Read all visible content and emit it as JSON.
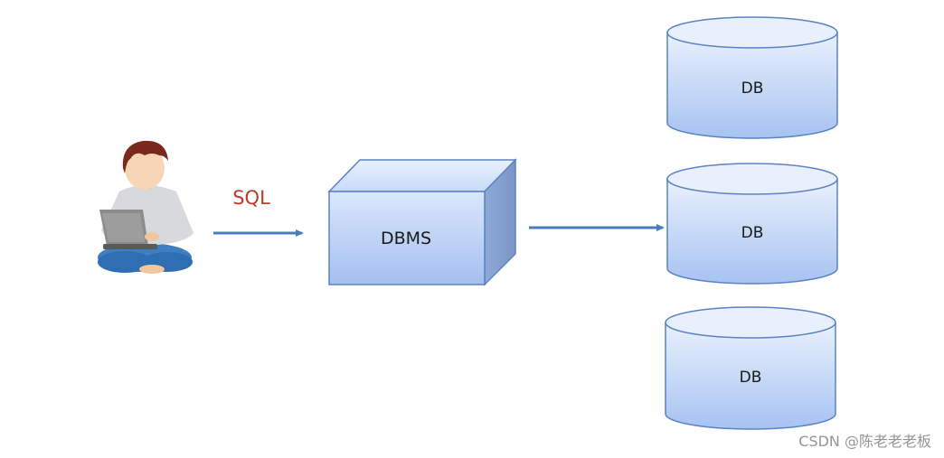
{
  "diagram": {
    "arrow_label": "SQL",
    "dbms_label": "DBMS",
    "databases": [
      {
        "label": "DB"
      },
      {
        "label": "DB"
      },
      {
        "label": "DB"
      }
    ]
  },
  "watermark": "CSDN @陈老老老板",
  "colors": {
    "arrow": "#4a7ebb",
    "sql_text": "#c0392b",
    "box_face": "#a9c6f3",
    "box_edge": "#5b82c6",
    "db_fill": "#b9d1f7"
  }
}
